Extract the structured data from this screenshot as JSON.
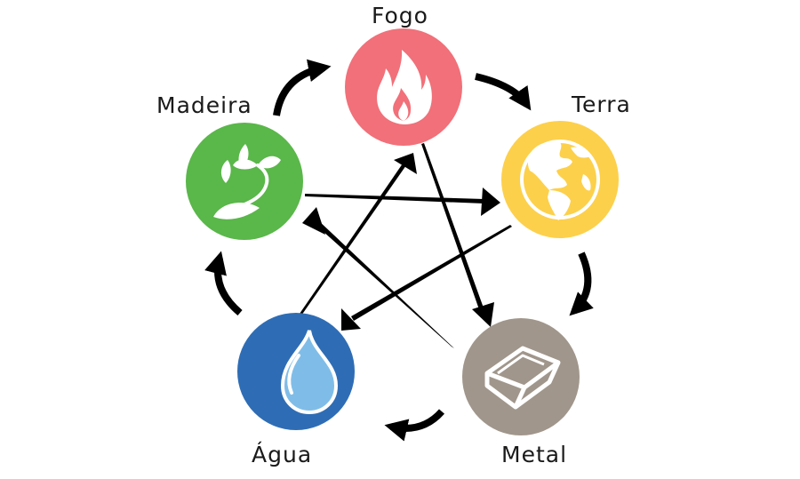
{
  "elements": [
    {
      "key": "fogo",
      "label": "Fogo",
      "color": "#f17079",
      "icon": "flame-icon"
    },
    {
      "key": "terra",
      "label": "Terra",
      "color": "#fdd04b",
      "icon": "globe-icon"
    },
    {
      "key": "metal",
      "label": "Metal",
      "color": "#a0968b",
      "icon": "metal-bar-icon"
    },
    {
      "key": "agua",
      "label": "Água",
      "color": "#2e6db5",
      "icon": "water-drop-icon"
    },
    {
      "key": "madeira",
      "label": "Madeira",
      "color": "#5ab74a",
      "icon": "sprout-icon"
    }
  ],
  "generating_cycle": [
    "fogo",
    "terra",
    "metal",
    "agua",
    "madeira",
    "fogo"
  ],
  "controlling_cycle": [
    [
      "fogo",
      "metal"
    ],
    [
      "metal",
      "madeira"
    ],
    [
      "madeira",
      "terra"
    ],
    [
      "terra",
      "agua"
    ],
    [
      "agua",
      "fogo"
    ]
  ],
  "arrow_color": "#000000"
}
